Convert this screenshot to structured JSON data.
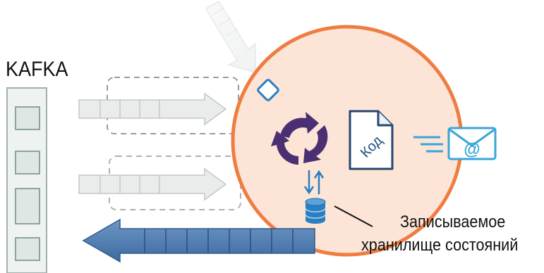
{
  "kafka_label": "KAFKA",
  "store_label_line1": "Записываемое",
  "store_label_line2": "хранилище состояний",
  "code_label": "Код",
  "email_symbol": "@",
  "colors": {
    "circle_fill": "#fce4d6",
    "circle_stroke": "#ef7d42",
    "kafka_fill": "#eef3f2",
    "kafka_stroke": "#9fb1ae",
    "arrow_fill": "#e9ecea",
    "arrow_stroke": "#c2c9c6",
    "output_arrow": "#4a78ad",
    "cycle_arrows": "#4a2f72",
    "accent_blue": "#2a7fc1",
    "email_blue": "#38a6d8"
  }
}
